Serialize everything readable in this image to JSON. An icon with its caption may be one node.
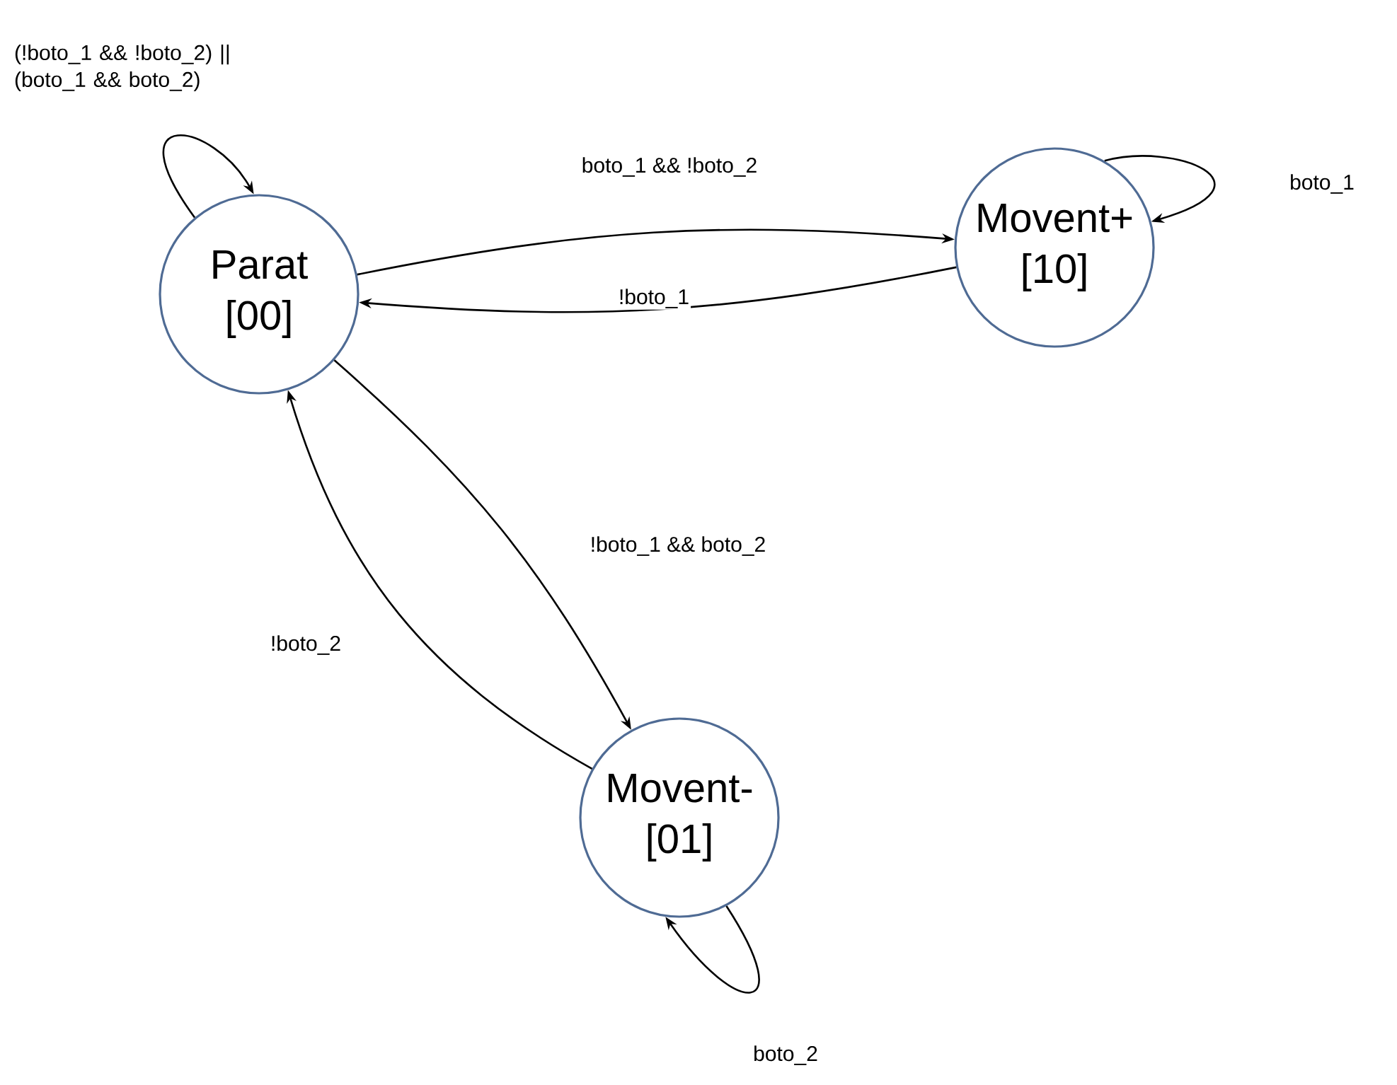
{
  "diagram": {
    "nodes": [
      {
        "text": [
          "Parat [00]"
        ]
      },
      {
        "text": [
          "Movent+ [10]"
        ]
      },
      {
        "text": [
          "Movent- [01]"
        ]
      }
    ],
    "edges": [
      {
        "from": 0,
        "to": 0,
        "arrow": "to",
        "label": "(!boto_1 && !boto_2) || (boto_1 && boto_2)"
      },
      {
        "from": 0,
        "to": 1,
        "arrow": "to",
        "label": "boto_1 && !boto_2"
      },
      {
        "from": 1,
        "to": 1,
        "arrow": "to",
        "label": "boto_1"
      },
      {
        "from": 1,
        "to": 0,
        "arrow": "to",
        "label": "!boto_1"
      },
      {
        "from": 0,
        "to": 2,
        "arrow": "to",
        "label": "!boto_1 && boto_2"
      },
      {
        "from": 2,
        "to": 0,
        "arrow": "to",
        "label": "!boto_2"
      },
      {
        "from": 2,
        "to": 2,
        "arrow": "to",
        "label": "boto_2"
      }
    ]
  }
}
